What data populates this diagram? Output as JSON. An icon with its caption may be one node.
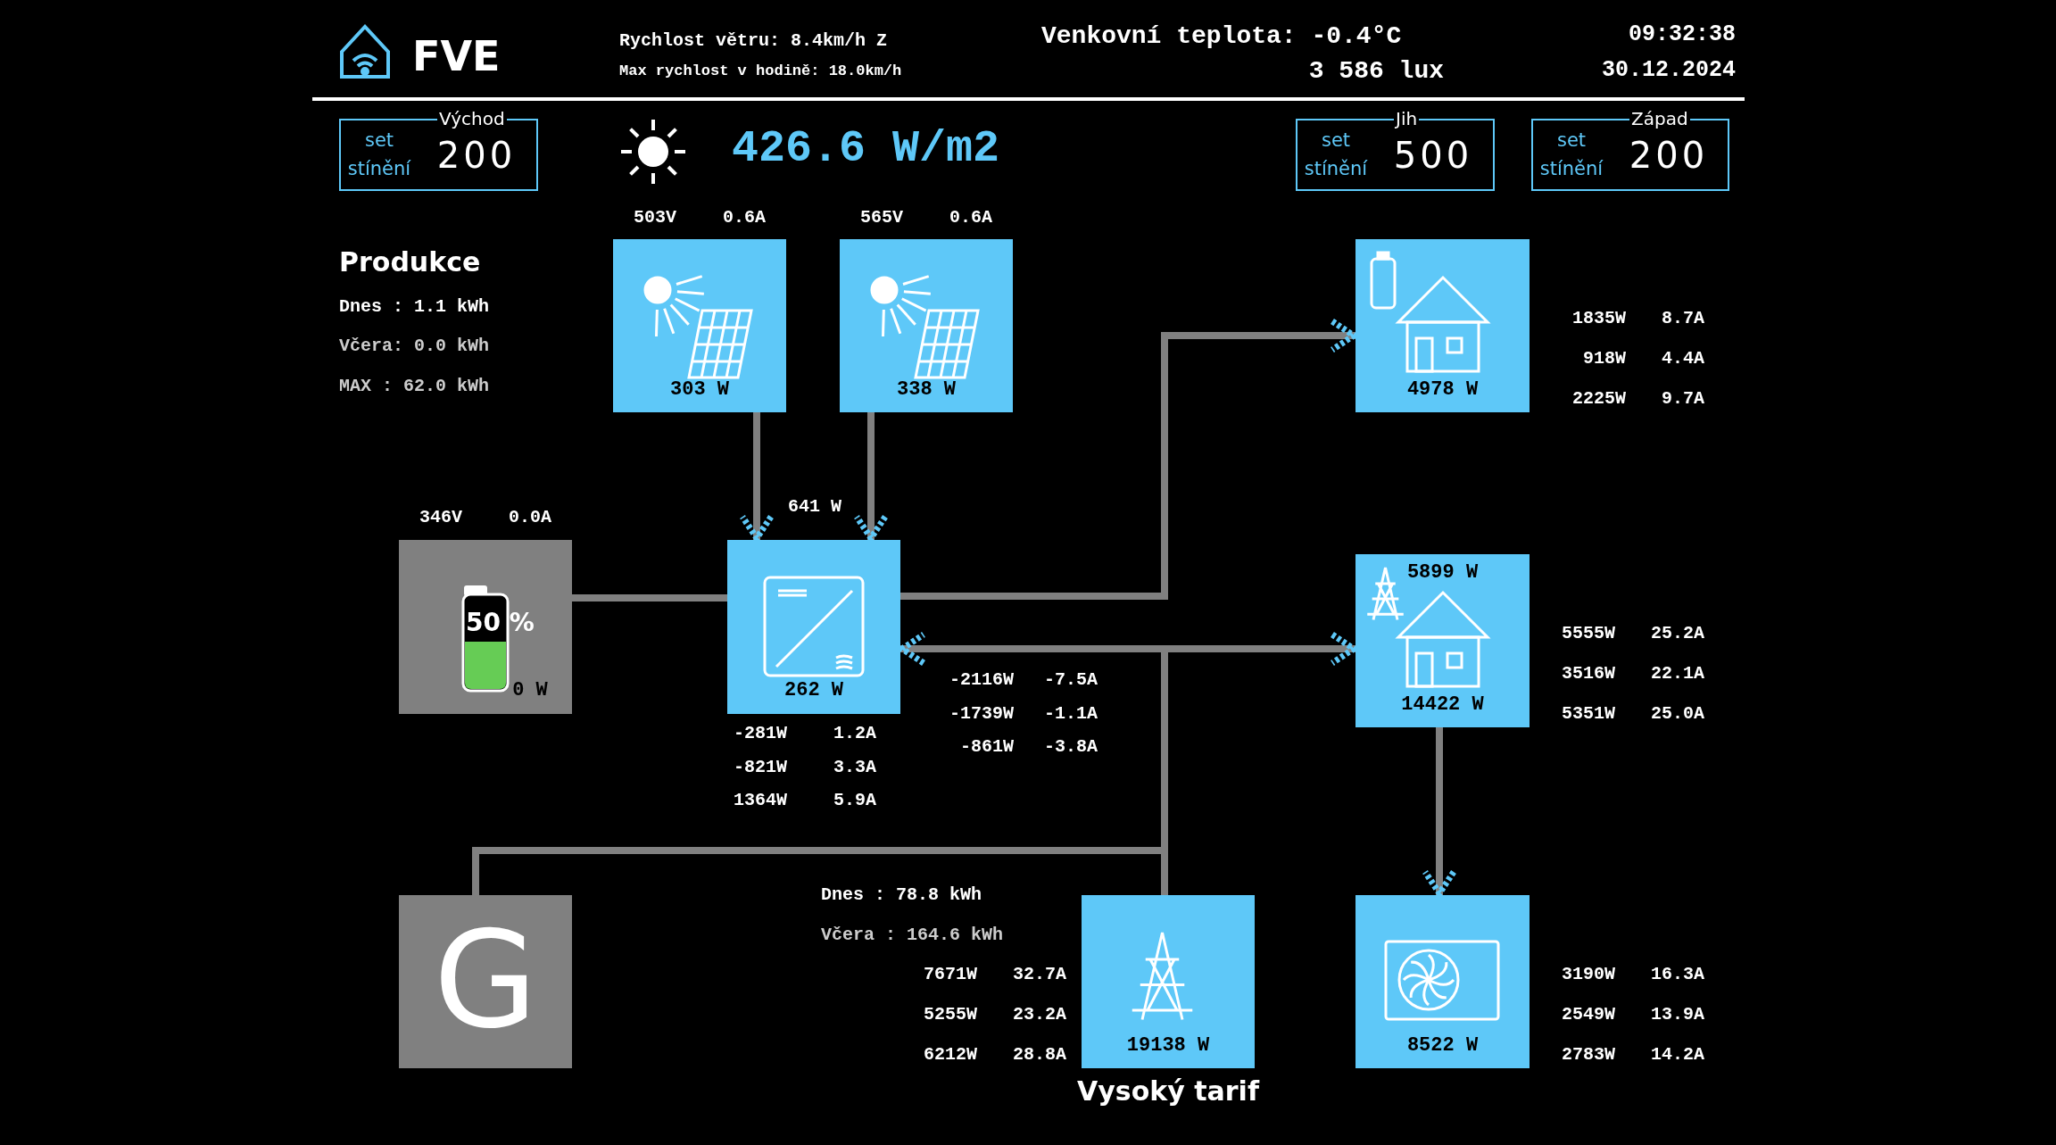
{
  "diagram": {
    "title": "FVE",
    "nodes": [
      {
        "text": [
          "Východ",
          "set stínění",
          "200"
        ]
      },
      {
        "text": [
          "Jih",
          "set stínění",
          "500"
        ]
      },
      {
        "text": [
          "Západ",
          "set stínění",
          "200"
        ]
      },
      {
        "text": [
          "303 W"
        ],
        "beside": [
          "503V 0.6A"
        ]
      },
      {
        "text": [
          "338 W"
        ],
        "beside": [
          "565V 0.6A"
        ]
      },
      {
        "text": [
          "4978 W"
        ],
        "beside": [
          "1835W 8.7A",
          "918W 4.4A",
          "2225W 9.7A"
        ]
      },
      {
        "text": [
          "50 %",
          "0 W"
        ],
        "beside": [
          "346V 0.0A"
        ]
      },
      {
        "text": [
          "262 W"
        ],
        "beside": [
          "-281W 1.2A",
          "-821W 3.3A",
          "1364W 5.9A"
        ]
      },
      {
        "text": [
          "5899 W",
          "14422 W"
        ],
        "beside": [
          "5555W 25.2A",
          "3516W 22.1A",
          "5351W 25.0A"
        ]
      },
      {
        "text": [
          "G"
        ]
      },
      {
        "text": [
          "19138 W"
        ],
        "beside": [
          "7671W 32.7A",
          "5255W 23.2A",
          "6212W 28.8A",
          "Vysoký tarif"
        ]
      },
      {
        "text": [
          "8522 W"
        ],
        "beside": [
          "3190W 16.3A",
          "2549W 13.9A",
          "2783W 14.2A"
        ]
      }
    ],
    "edges": [
      {
        "from": 3,
        "to": 7,
        "arrow": "to"
      },
      {
        "from": 4,
        "to": 7,
        "arrow": "to"
      },
      {
        "from": 6,
        "to": 7,
        "arrow": "none"
      },
      {
        "from": 7,
        "to": 5,
        "arrow": "to"
      },
      {
        "from": 10,
        "to": 7,
        "arrow": "to"
      },
      {
        "from": 10,
        "to": 8,
        "arrow": "to"
      },
      {
        "from": 9,
        "to": 10,
        "arrow": "none"
      },
      {
        "from": 8,
        "to": 11,
        "arrow": "to"
      }
    ],
    "labels": [
      "Rychlost větru: 8.4km/h Z",
      "Venkovní teplota: -0.4°C",
      "09:32:38",
      "Max rychlost v hodině: 18.0km/h",
      "3 586 lux",
      "30.12.2024",
      "426.6 W/m2",
      "Produkce",
      "Dnes : 1.1 kWh",
      "Včera: 0.0 kWh",
      "MAX : 62.0 kWh",
      "641 W",
      "-2116W -7.5A",
      "-1739W -1.1A",
      "-861W -3.8A",
      "Dnes : 78.8 kWh",
      "Včera : 164.6 kWh"
    ]
  }
}
